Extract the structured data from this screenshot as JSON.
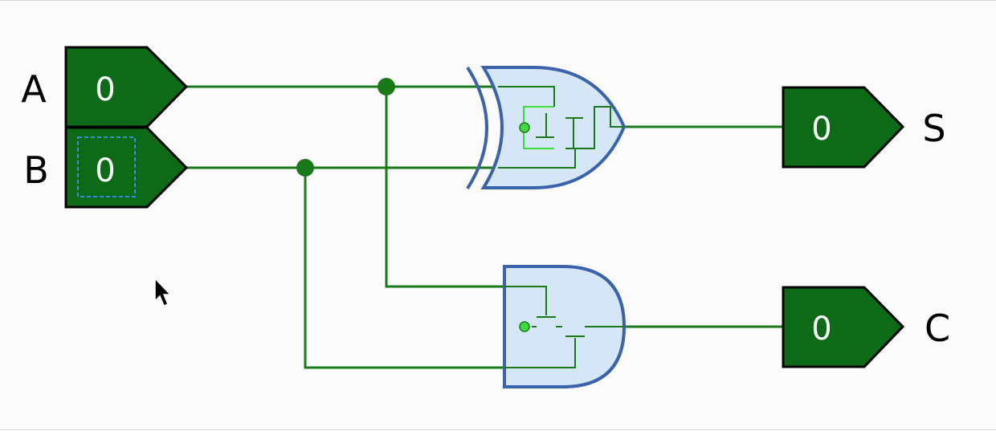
{
  "inputs": [
    {
      "label": "A",
      "value": "0"
    },
    {
      "label": "B",
      "value": "0"
    }
  ],
  "outputs": [
    {
      "label": "S",
      "value": "0"
    },
    {
      "label": "C",
      "value": "0"
    }
  ],
  "gates": [
    {
      "type": "xor"
    },
    {
      "type": "and"
    }
  ],
  "colors": {
    "pin_fill": "#0d6b17",
    "wire": "#1a7a1a",
    "gate_fill": "#d5e6f6",
    "gate_stroke": "#3b63ad",
    "highlight": "#3ddc3d",
    "focus": "#3a8fd8"
  },
  "focused_input": "B",
  "icons": {
    "cursor": "pointer-arrow-icon"
  }
}
